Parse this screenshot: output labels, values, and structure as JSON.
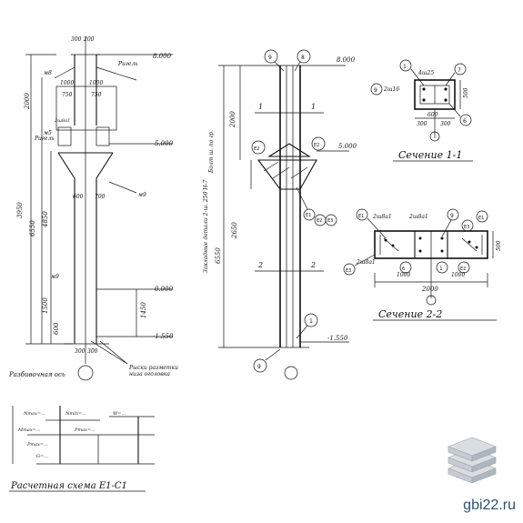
{
  "elev": {
    "top_left": "8.000",
    "top_mid": "8.000",
    "mid_left": "5.000",
    "mid_mid": "5.000",
    "low_left": "0.000",
    "bot_left": "-1.550",
    "bot_mid": "-1.550"
  },
  "dims_left": [
    "3950",
    "6550",
    "4850",
    "2000",
    "1500",
    "1450",
    "600"
  ],
  "dims_mid": [
    "2000",
    "2650",
    "6550"
  ],
  "top_dims": [
    "1000",
    "1000",
    "750",
    "750",
    "600",
    "700",
    "300",
    "300",
    "200"
  ],
  "left_labels": {
    "m8": "м8",
    "m5": "м5",
    "m9a": "м9",
    "m9b": "м9",
    "rigel": "Ригель",
    "rigel2": "Ригель",
    "razb_axis": "Разбивочная ось",
    "rebar_note": "Рыски разметки",
    "rebar_note2": "низа оголовка",
    "bar_note": "2ш8а1"
  },
  "mid_labels": {
    "vertical_note": "Закладные детали 2-ш. 250 Н-7",
    "bolt_note": "Болт ш. по гр."
  },
  "bubbles": {
    "nine": "9",
    "eight": "8",
    "one": "1",
    "seven": "7",
    "six": "6",
    "e1": "Е1",
    "e2": "Е2",
    "e3": "Е3"
  },
  "cut_marks": {
    "one": "1",
    "two": "2"
  },
  "sections": {
    "s11_title": "Сечение 1-1",
    "s22_title": "Сечение 2-2",
    "s11_dims": [
      "600",
      "300",
      "300",
      "500"
    ],
    "s11_notes": [
      "2ш16",
      "4ш25"
    ],
    "s22_dims": [
      "2000",
      "1000",
      "1000",
      "500"
    ],
    "s22_notes": [
      "2ш8а1",
      "2ш8а1",
      "2ш8а1"
    ]
  },
  "calc": {
    "title": "Расчетная схема Е1-С1",
    "labels": [
      "Nmax=...",
      "Nmin=...",
      "Mmax=...",
      "Pmax=...",
      "Ртах=...",
      "G=...",
      "W=..."
    ]
  },
  "logo": {
    "icon": "layered-slabs-icon",
    "colors": [
      "#d9dee3",
      "#c6ccd2",
      "#aeb6be"
    ]
  },
  "site": "gbi22.ru"
}
